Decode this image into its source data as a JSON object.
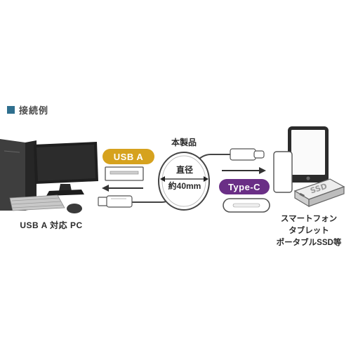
{
  "heading": {
    "text": "接続例",
    "accent": "#2f6f8e"
  },
  "badges": {
    "usb_a": {
      "label": "USB A",
      "color": "#d6a21e"
    },
    "type_c": {
      "label": "Type-C",
      "color": "#6a2f86"
    }
  },
  "product": {
    "label": "本製品",
    "diameter_label": "直径",
    "diameter_value": "約40mm"
  },
  "pc_label": "USB A 対応 PC",
  "devices_label": [
    "スマートフォン",
    "タブレット",
    "ポータブルSSD等"
  ],
  "icons": [
    "desktop-monitor-icon",
    "pc-tower-icon",
    "keyboard-icon",
    "mouse-icon",
    "usb-a-port-icon",
    "usb-c-port-icon",
    "tablet-icon",
    "smartphone-icon",
    "portable-ssd-icon",
    "arrow-left-icon",
    "arrow-right-icon"
  ]
}
